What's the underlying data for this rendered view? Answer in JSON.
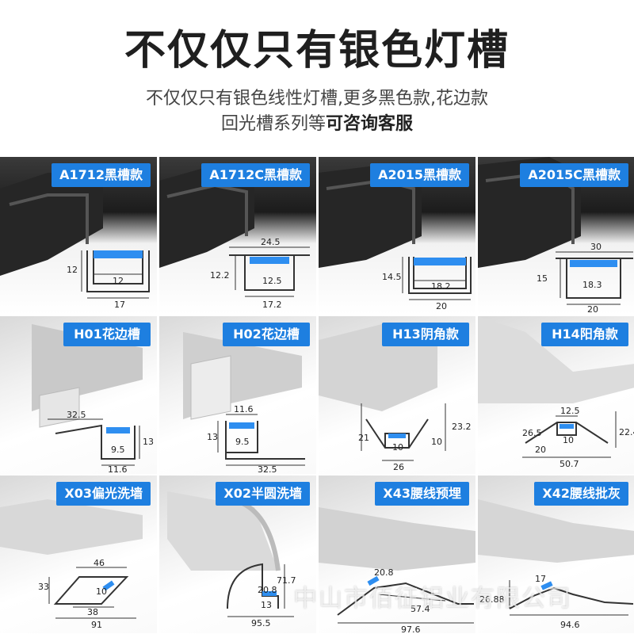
{
  "header": {
    "title": "不仅仅只有银色灯槽",
    "subtitle_line1": "不仅仅只有银色线性灯槽,更多黑色款,花边款",
    "subtitle_line2_plain": "回光槽系列等",
    "subtitle_line2_bold": "可咨询客服"
  },
  "watermark": "中山市佰征铝业有限公司",
  "colors": {
    "badge": "#1e7fe0",
    "led": "#2e8ef0"
  },
  "tiles": [
    {
      "label": "A1712黑槽款",
      "dims": [
        "12",
        "12",
        "17"
      ]
    },
    {
      "label": "A1712C黑槽款",
      "dims": [
        "24.5",
        "12.2",
        "12.5",
        "17.2"
      ]
    },
    {
      "label": "A2015黑槽款",
      "dims": [
        "14.5",
        "18.2",
        "20"
      ]
    },
    {
      "label": "A2015C黑槽款",
      "dims": [
        "30",
        "15",
        "18.3",
        "20"
      ]
    },
    {
      "label": "H01花边槽",
      "dims": [
        "32.5",
        "13",
        "9.5",
        "11.6"
      ]
    },
    {
      "label": "H02花边槽",
      "dims": [
        "11.6",
        "13",
        "9.5",
        "32.5"
      ]
    },
    {
      "label": "H13阴角款",
      "dims": [
        "21",
        "10",
        "23.2",
        "10",
        "26"
      ]
    },
    {
      "label": "H14阳角款",
      "dims": [
        "12.5",
        "26.5",
        "10",
        "22.4",
        "20",
        "50.7"
      ]
    },
    {
      "label": "X03偏光洗墙",
      "dims": [
        "46",
        "33",
        "10",
        "38",
        "91"
      ]
    },
    {
      "label": "X02半圆洗墙",
      "dims": [
        "71.7",
        "20.8",
        "13",
        "95.5"
      ]
    },
    {
      "label": "X43腰线预埋",
      "dims": [
        "20.8",
        "57.4",
        "97.6"
      ]
    },
    {
      "label": "X42腰线批灰",
      "dims": [
        "17",
        "26.88",
        "94.6"
      ]
    }
  ]
}
